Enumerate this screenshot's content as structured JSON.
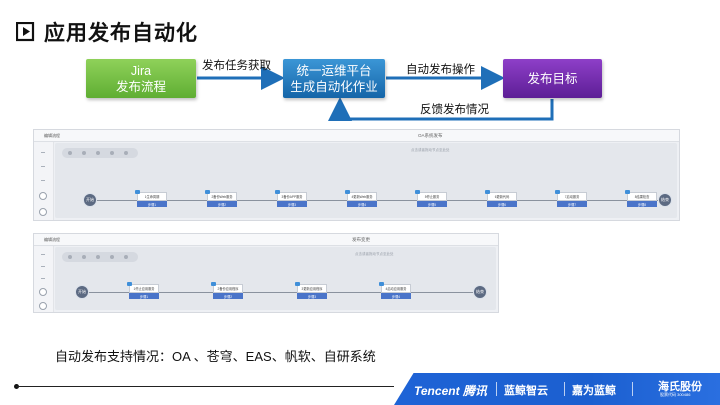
{
  "header": {
    "title": "应用发布自动化"
  },
  "flow": {
    "jira": {
      "line1": "Jira",
      "line2": "发布流程"
    },
    "ops": {
      "line1": "统一运维平台",
      "line2": "生成自动化作业"
    },
    "target": {
      "label": "发布目标"
    },
    "arrow_labels": {
      "fetch": "发布任务获取",
      "auto": "自动发布操作",
      "feedback": "反馈发布情况"
    },
    "colors": {
      "jira": "#6cbb3c",
      "ops": "#1f75c0",
      "target": "#6f2aa8",
      "arrow": "#1f6fb8"
    }
  },
  "panel1": {
    "title": "编辑流程",
    "center_title": "OA系统发布",
    "canvas_hint": "点击或者拖动节点至此处",
    "start": "开始",
    "end": "结束",
    "steps": [
      {
        "name": "1生命周期",
        "label": "步骤1"
      },
      {
        "name": "2备份Web服务",
        "label": "步骤2"
      },
      {
        "name": "3备份APP服务",
        "label": "步骤3"
      },
      {
        "name": "4更新Web服务",
        "label": "步骤4"
      },
      {
        "name": "5停止服务",
        "label": "步骤5"
      },
      {
        "name": "6更新代码",
        "label": "步骤6"
      },
      {
        "name": "7启动服务",
        "label": "步骤7"
      },
      {
        "name": "8结果检查",
        "label": "步骤8"
      }
    ]
  },
  "panel2": {
    "title": "编辑流程",
    "center_title": "发布变更",
    "canvas_hint": "点击或者拖动节点至此处",
    "start": "开始",
    "end": "结束",
    "steps": [
      {
        "name": "1停止应用服务",
        "label": "步骤1"
      },
      {
        "name": "2备份应用程序",
        "label": "步骤2"
      },
      {
        "name": "3更新应用程序",
        "label": "步骤3"
      },
      {
        "name": "4启动应用服务",
        "label": "步骤4"
      }
    ]
  },
  "support": {
    "text": "自动发布支持情况：OA 、苍穹、EAS、帆软、自研系统"
  },
  "footer": {
    "tencent": "Tencent 腾讯",
    "brand2": "蓝鲸智云",
    "brand3": "嘉为蓝鲸",
    "brand4": "海氏股份",
    "brand4_small": "股票代码 300486"
  }
}
